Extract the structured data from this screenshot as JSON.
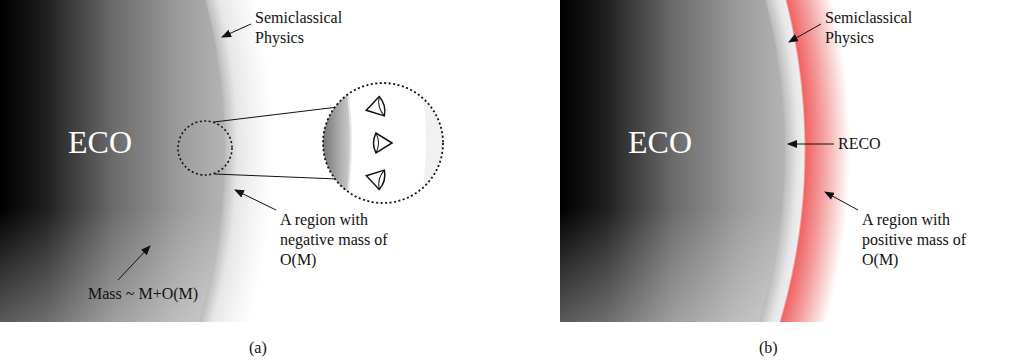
{
  "diagram": {
    "nodes": [
      {
        "text": [
          "ECO"
        ]
      },
      {
        "text": [
          "ECO"
        ]
      }
    ],
    "labels": [
      "Semiclassical Physics",
      "A region with negative mass of O(M)",
      "Mass ~ M+O(M)",
      "(a)",
      "Semiclassical Physics",
      "RECO",
      "A region with positive mass of O(M)",
      "(b)"
    ]
  }
}
